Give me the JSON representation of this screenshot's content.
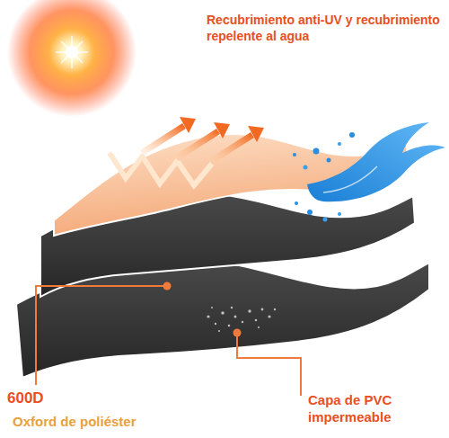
{
  "diagram": {
    "labels": [
      "Recubrimiento anti-UV y recubrimiento repelente al agua",
      "600D",
      "Oxford de poliéster",
      "Capa de PVC impermeable"
    ]
  }
}
